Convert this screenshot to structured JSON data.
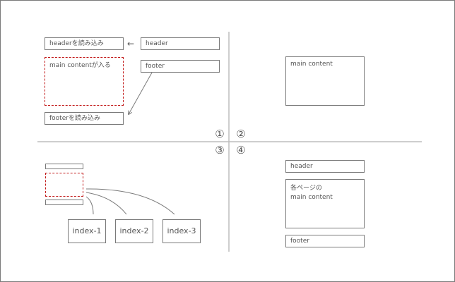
{
  "quadrant1": {
    "header_load": "headerを読み込み",
    "main_slot": "main contentが入る",
    "footer_load": "footerを読み込み",
    "header_part": "header",
    "footer_part": "footer",
    "arrow": "←"
  },
  "quadrant2": {
    "main_content": "main content"
  },
  "quadrant3": {
    "pages": [
      "index-1",
      "index-2",
      "index-3"
    ]
  },
  "quadrant4": {
    "header": "header",
    "page_main": "各ページの\nmain content",
    "footer": "footer"
  },
  "numbers": [
    "①",
    "②",
    "③",
    "④"
  ],
  "colors": {
    "line": "#7a7a7a",
    "dashed": "#c21a1a",
    "text": "#555555"
  }
}
